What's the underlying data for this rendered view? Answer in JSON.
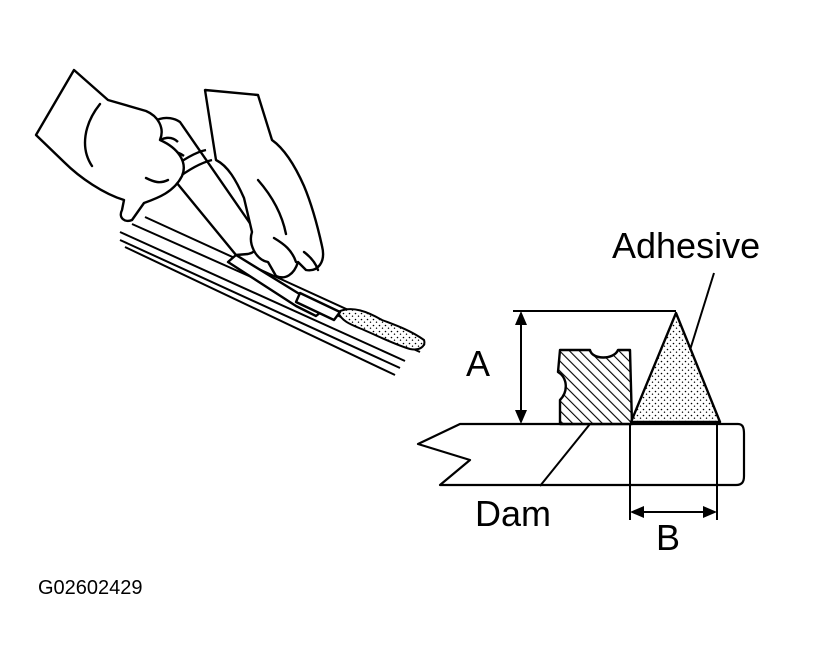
{
  "figure": {
    "labels": {
      "adhesive": "Adhesive",
      "dim_a": "A",
      "dam": "Dam",
      "dim_b": "B"
    },
    "figure_id": "G02602429"
  },
  "colors": {
    "ink": "#000000",
    "paper": "#ffffff"
  },
  "icons": {
    "gun": "caulking-gun-icon",
    "hands": "gloved-hands-icon"
  }
}
